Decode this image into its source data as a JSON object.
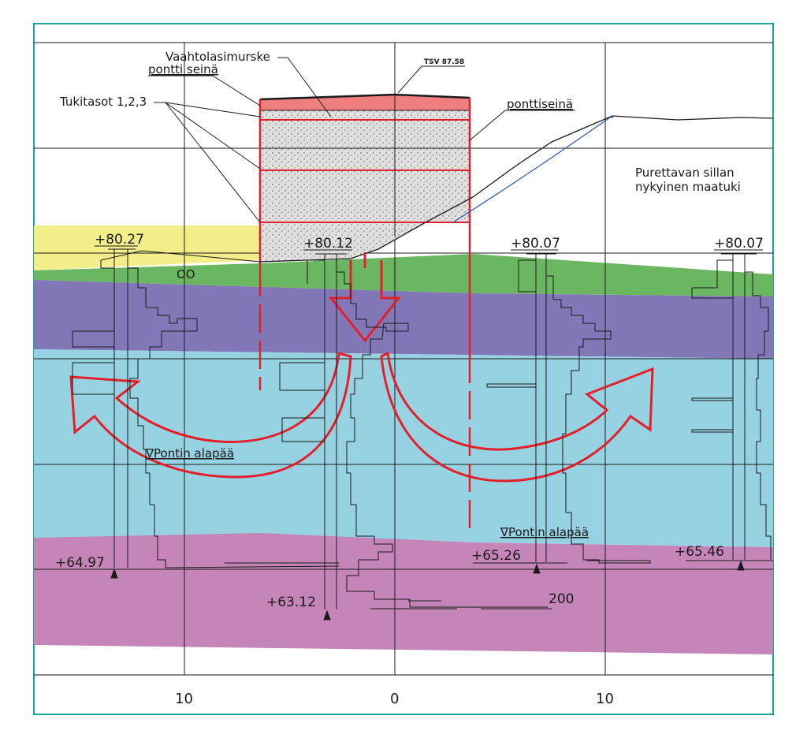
{
  "labels": {
    "vaahtolasimurske": "Vaahtolasimurske",
    "ponttiseina_left": "pontti seinä",
    "ponttiseina_right": "ponttiseinä",
    "tukitasot": "Tukitasot 1,2,3",
    "tsv": "TSV 87.58",
    "purettavan_line1": "Purettavan sillan",
    "purettavan_line2": "nykyinen maatuki",
    "oo": "OO",
    "pontin_alapaa_left": "∇Pontin alapää",
    "pontin_alapaa_right": "∇Pontin alapää",
    "value_200": "200"
  },
  "levels": {
    "top_1": "+80.27",
    "top_2": "+80.12",
    "top_3": "+80.07",
    "top_4": "+80.07",
    "bottom_1": "+64.97",
    "bottom_2": "+63.12",
    "bottom_3": "+65.26",
    "bottom_4": "+65.46"
  },
  "x_axis": {
    "tick_left": "10",
    "tick_center": "0",
    "tick_right": "10"
  },
  "colors": {
    "frame": "#1aa79a",
    "fill_layer": "#f3ee8a",
    "green_layer": "#6bb661",
    "purple_layer": "#8278b8",
    "blue_layer": "#97d2e2",
    "pink_layer": "#c585b8",
    "embankment_top": "#ef7f7f",
    "structure_red": "#e3202a",
    "gravel": "#d9d9d9"
  }
}
